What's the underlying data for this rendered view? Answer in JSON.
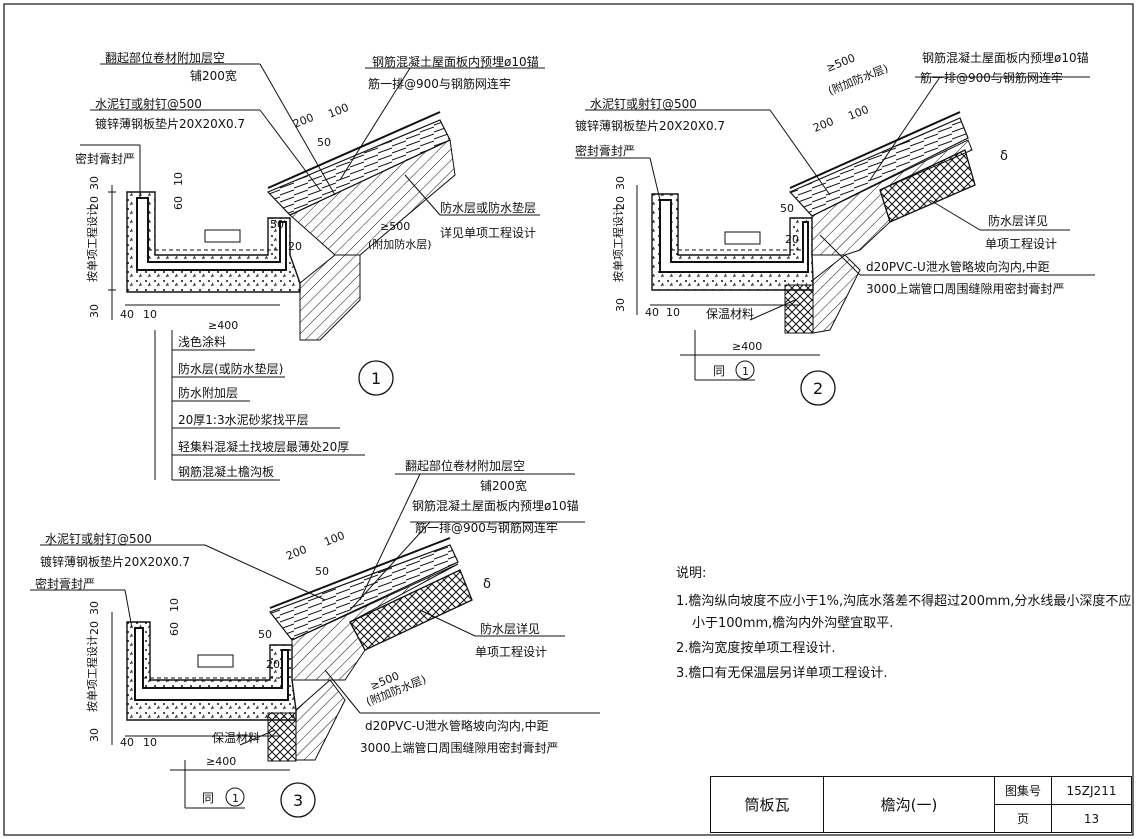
{
  "detail1": {
    "number": "1",
    "callouts": {
      "fold_top_a": "翻起部位卷材附加层空",
      "fold_top_b": "铺200宽",
      "anchor_a": "钢筋混凝土屋面板内预埋ø10锚",
      "anchor_b": "筋一排@900与钢筋网连牢",
      "nail": "水泥钉或射钉@500",
      "shim": "镀锌薄钢板垫片20X20X0.7",
      "sealant": "密封膏封严",
      "waterproof_a": "防水层或防水垫层",
      "waterproof_b": "详见单项工程设计",
      "extra_layer": "(附加防水层)",
      "ge500": "≥500",
      "depth": "按单项工程设计"
    },
    "dims": {
      "d200": "200",
      "d100": "100",
      "d50a": "50",
      "d50b": "50",
      "d20": "20",
      "d30a": "30",
      "d30b": "30",
      "d20b": "20",
      "d60": "60",
      "d10": "10",
      "d40": "40",
      "d10b": "10",
      "ge400": "≥400"
    },
    "layers": [
      "浅色涂料",
      "防水层(或防水垫层)",
      "防水附加层",
      "20厚1:3水泥砂浆找平层",
      "轻集料混凝土找坡层最薄处20厚",
      "钢筋混凝土檐沟板"
    ]
  },
  "detail2": {
    "number": "2",
    "callouts": {
      "ge500": "≥500",
      "extra_layer": "(附加防水层)",
      "anchor_a": "钢筋混凝土屋面板内预埋ø10锚",
      "anchor_b": "筋一排@900与钢筋网连牢",
      "nail": "水泥钉或射钉@500",
      "shim": "镀锌薄钢板垫片20X20X0.7",
      "sealant": "密封膏封严",
      "waterproof_a": "防水层详见",
      "waterproof_b": "单项工程设计",
      "pipe_a": "d20PVC-U泄水管略坡向沟内,中距",
      "pipe_b": "3000上端管口周围缝隙用密封膏封严",
      "insulation": "保温材料",
      "depth": "按单项工程设计",
      "same_as": "同",
      "same_ref": "1",
      "delta": "δ"
    },
    "dims": {
      "d200": "200",
      "d100": "100",
      "d50": "50",
      "d20": "20",
      "d30": "30",
      "d20b": "20",
      "d30b": "30",
      "d40": "40",
      "d10": "10",
      "ge400": "≥400"
    }
  },
  "detail3": {
    "number": "3",
    "callouts": {
      "fold_top_a": "翻起部位卷材附加层空",
      "fold_top_b": "铺200宽",
      "anchor_a": "钢筋混凝土屋面板内预埋ø10锚",
      "anchor_b": "筋一排@900与钢筋网连牢",
      "nail": "水泥钉或射钉@500",
      "shim": "镀锌薄钢板垫片20X20X0.7",
      "sealant": "密封膏封严",
      "waterproof_a": "防水层详见",
      "waterproof_b": "单项工程设计",
      "extra_layer": "(附加防水层)",
      "ge500": "≥500",
      "pipe_a": "d20PVC-U泄水管略坡向沟内,中距",
      "pipe_b": "3000上端管口周围缝隙用密封膏封严",
      "insulation": "保温材料",
      "depth": "按单项工程设计",
      "same_as": "同",
      "same_ref": "1",
      "delta": "δ"
    },
    "dims": {
      "d200": "200",
      "d100": "100",
      "d50": "50",
      "d50b": "50",
      "d20": "20",
      "d30": "30",
      "d20b": "20",
      "d30b": "30",
      "d60": "60",
      "d10": "10",
      "d40": "40",
      "d10b": "10",
      "ge400": "≥400"
    }
  },
  "notes": {
    "heading": "说明:",
    "line1": "1.檐沟纵向坡度不应小于1%,沟底水落差不得超过200mm,分水线最小深度不应",
    "line1b": "小于100mm,檐沟内外沟壁宜取平.",
    "line2": "2.檐沟宽度按单项工程设计.",
    "line3": "3.檐口有无保温层另详单项工程设计."
  },
  "title_block": {
    "name_left": "筒板瓦",
    "name_right": "檐沟(一)",
    "atlas_label": "图集号",
    "atlas_value": "15ZJ211",
    "page_label": "页",
    "page_value": "13"
  }
}
